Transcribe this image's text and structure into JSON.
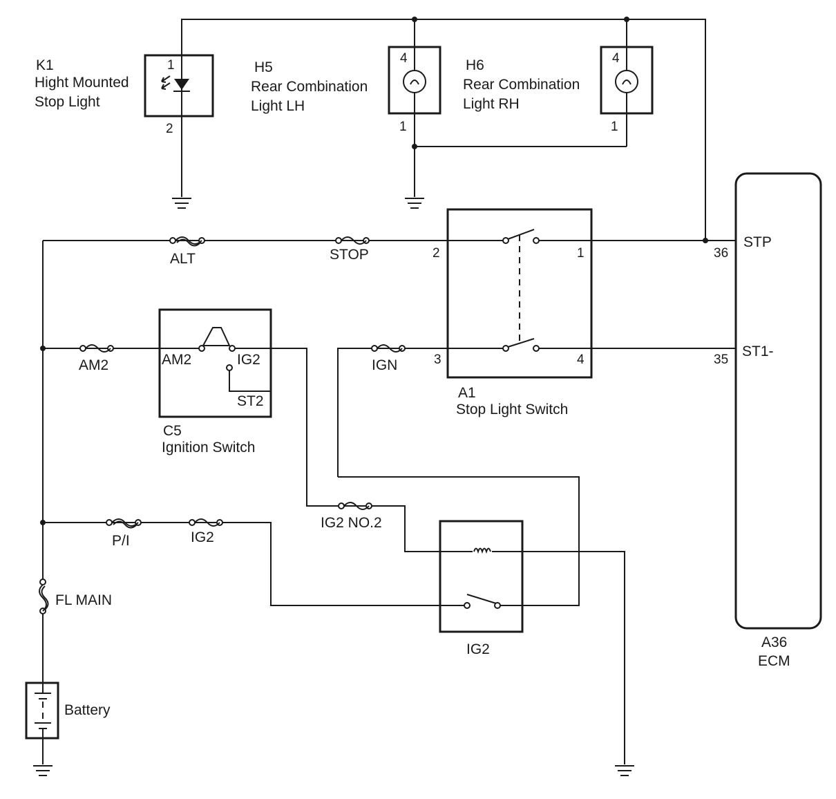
{
  "components": {
    "k1": {
      "ref": "K1",
      "name_line1": "Hight Mounted",
      "name_line2": "Stop Light",
      "pin_a": "1",
      "pin_b": "2"
    },
    "h5": {
      "ref": "H5",
      "name_line1": "Rear Combination",
      "name_line2": "Light LH",
      "pin_a": "4",
      "pin_b": "1"
    },
    "h6": {
      "ref": "H6",
      "name_line1": "Rear Combination",
      "name_line2": "Light RH",
      "pin_a": "4",
      "pin_b": "1"
    },
    "a1": {
      "ref": "A1",
      "name": "Stop Light Switch",
      "pin_1": "1",
      "pin_2": "2",
      "pin_3": "3",
      "pin_4": "4"
    },
    "c5": {
      "ref": "C5",
      "name": "Ignition Switch",
      "term_am2": "AM2",
      "term_ig2": "IG2",
      "term_st2": "ST2"
    },
    "a36": {
      "ref": "A36",
      "name": "ECM",
      "term_stp": "STP",
      "pin_stp": "36",
      "term_st1": "ST1-",
      "pin_st1": "35"
    },
    "ig2_relay": {
      "name": "IG2"
    },
    "battery": {
      "name": "Battery"
    }
  },
  "fuses": {
    "alt": "ALT",
    "stop": "STOP",
    "am2": "AM2",
    "ign": "IGN",
    "pi": "P/I",
    "ig2": "IG2",
    "ig2_no2": "IG2 NO.2",
    "fl_main": "FL MAIN"
  }
}
